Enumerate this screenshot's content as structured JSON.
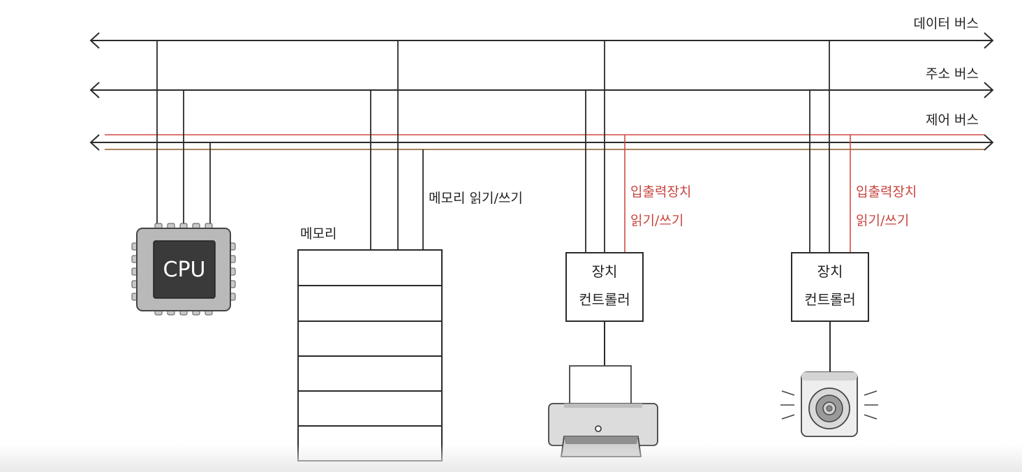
{
  "buses": {
    "data_bus_label": "데이터 버스",
    "address_bus_label": "주소 버스",
    "control_bus_label": "제어 버스"
  },
  "cpu": {
    "label": "CPU"
  },
  "memory": {
    "title": "메모리",
    "signal_label": "메모리 읽기/쓰기"
  },
  "controller_1": {
    "line1": "장치",
    "line2": "컨트롤러",
    "signal_line1": "입출력장치",
    "signal_line2": "읽기/쓰기"
  },
  "controller_2": {
    "line1": "장치",
    "line2": "컨트롤러",
    "signal_line1": "입출력장치",
    "signal_line2": "읽기/쓰기"
  },
  "devices": {
    "printer_icon": "printer-icon",
    "speaker_icon": "speaker-icon"
  },
  "colors": {
    "line": "#2b2b2b",
    "control_red": "#d24a44",
    "control_brown": "#8a5a2b",
    "chip_gray": "#b9b9b9",
    "chip_dark": "#3a3a3a"
  }
}
